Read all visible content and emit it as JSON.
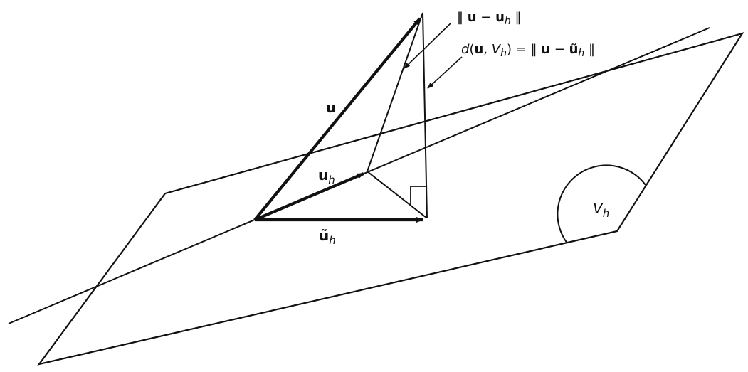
{
  "labels": {
    "u": "u",
    "u_h_main": "u",
    "u_h_sub": "h",
    "u_tilde_h_main": "ũ",
    "u_tilde_h_sub": "h",
    "plane_V": "V",
    "plane_V_sub": "h",
    "norm_error": {
      "open": "‖ ",
      "u": "u",
      "minus": " − ",
      "uh": "u",
      "sub": "h",
      "close": " ‖"
    },
    "distance": {
      "d": "d",
      "open": "(",
      "u": "u",
      "comma": ", ",
      "V": "V",
      "Vsub": "h",
      "close_eq": ") = ‖ ",
      "u2": "u",
      "minus": " − ",
      "ut": "ũ",
      "sub": "h",
      "close": " ‖"
    }
  }
}
